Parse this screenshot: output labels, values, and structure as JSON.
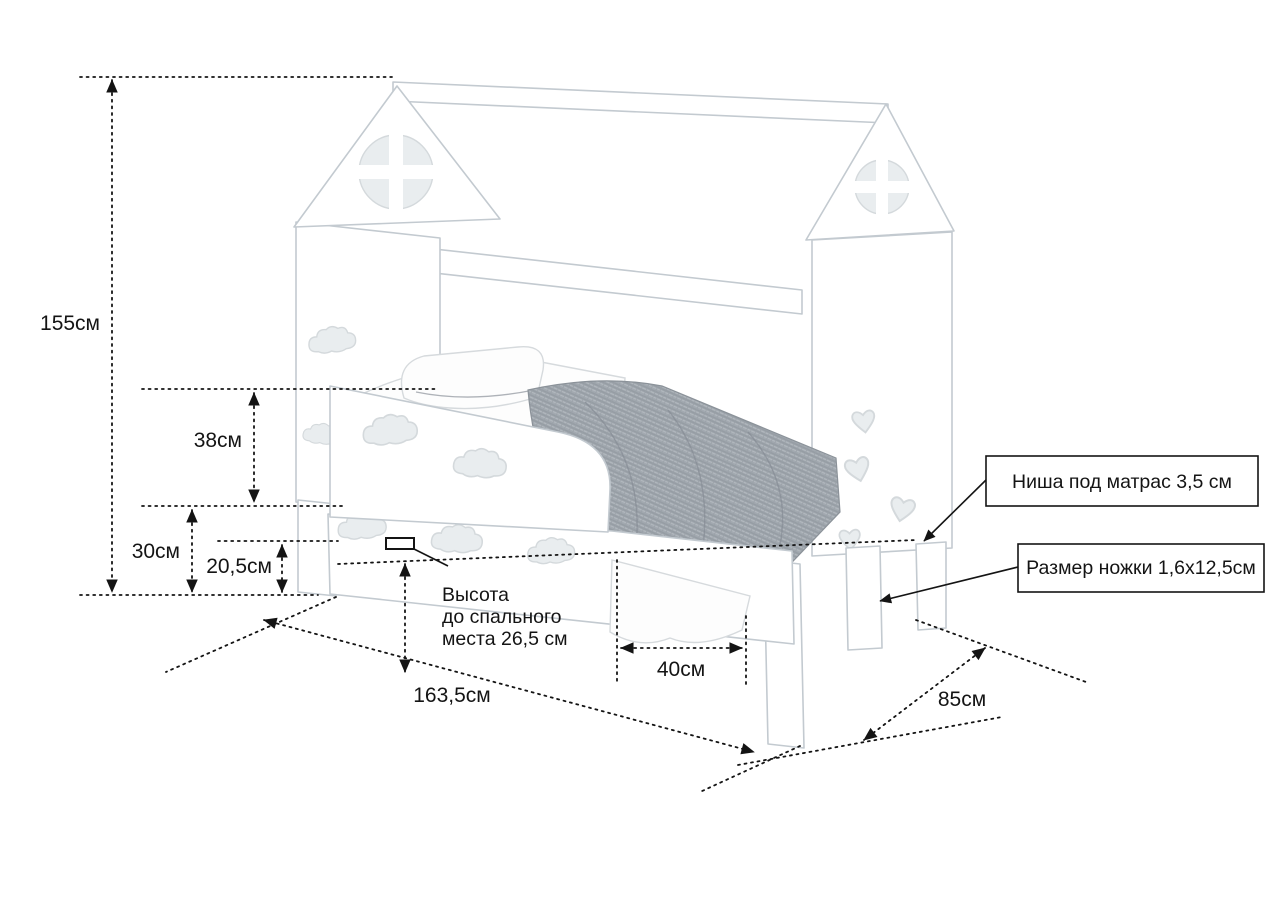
{
  "figure": {
    "kind": "product-dimension-diagram",
    "language": "ru",
    "subject": "kids-house-frame-bed",
    "dims": {
      "total_height": "155см",
      "guard_height": "38см",
      "base_height": "30см",
      "clearance": "20,5см",
      "sleep_note": [
        "Высота",
        "до спального",
        "места 26,5 см"
      ],
      "gap": "40см",
      "length": "163,5см",
      "depth": "85см"
    },
    "callouts": {
      "niche": "Ниша под матрас 3,5 см",
      "leg": "Размер ножки 1,6х12,5см"
    },
    "colors": {
      "annotation": "#141414",
      "bed_outline": "#c3cad0",
      "bed_fill": "#ffffff",
      "cutout": "#e9edef",
      "blanket": "#a0a7ae"
    }
  }
}
